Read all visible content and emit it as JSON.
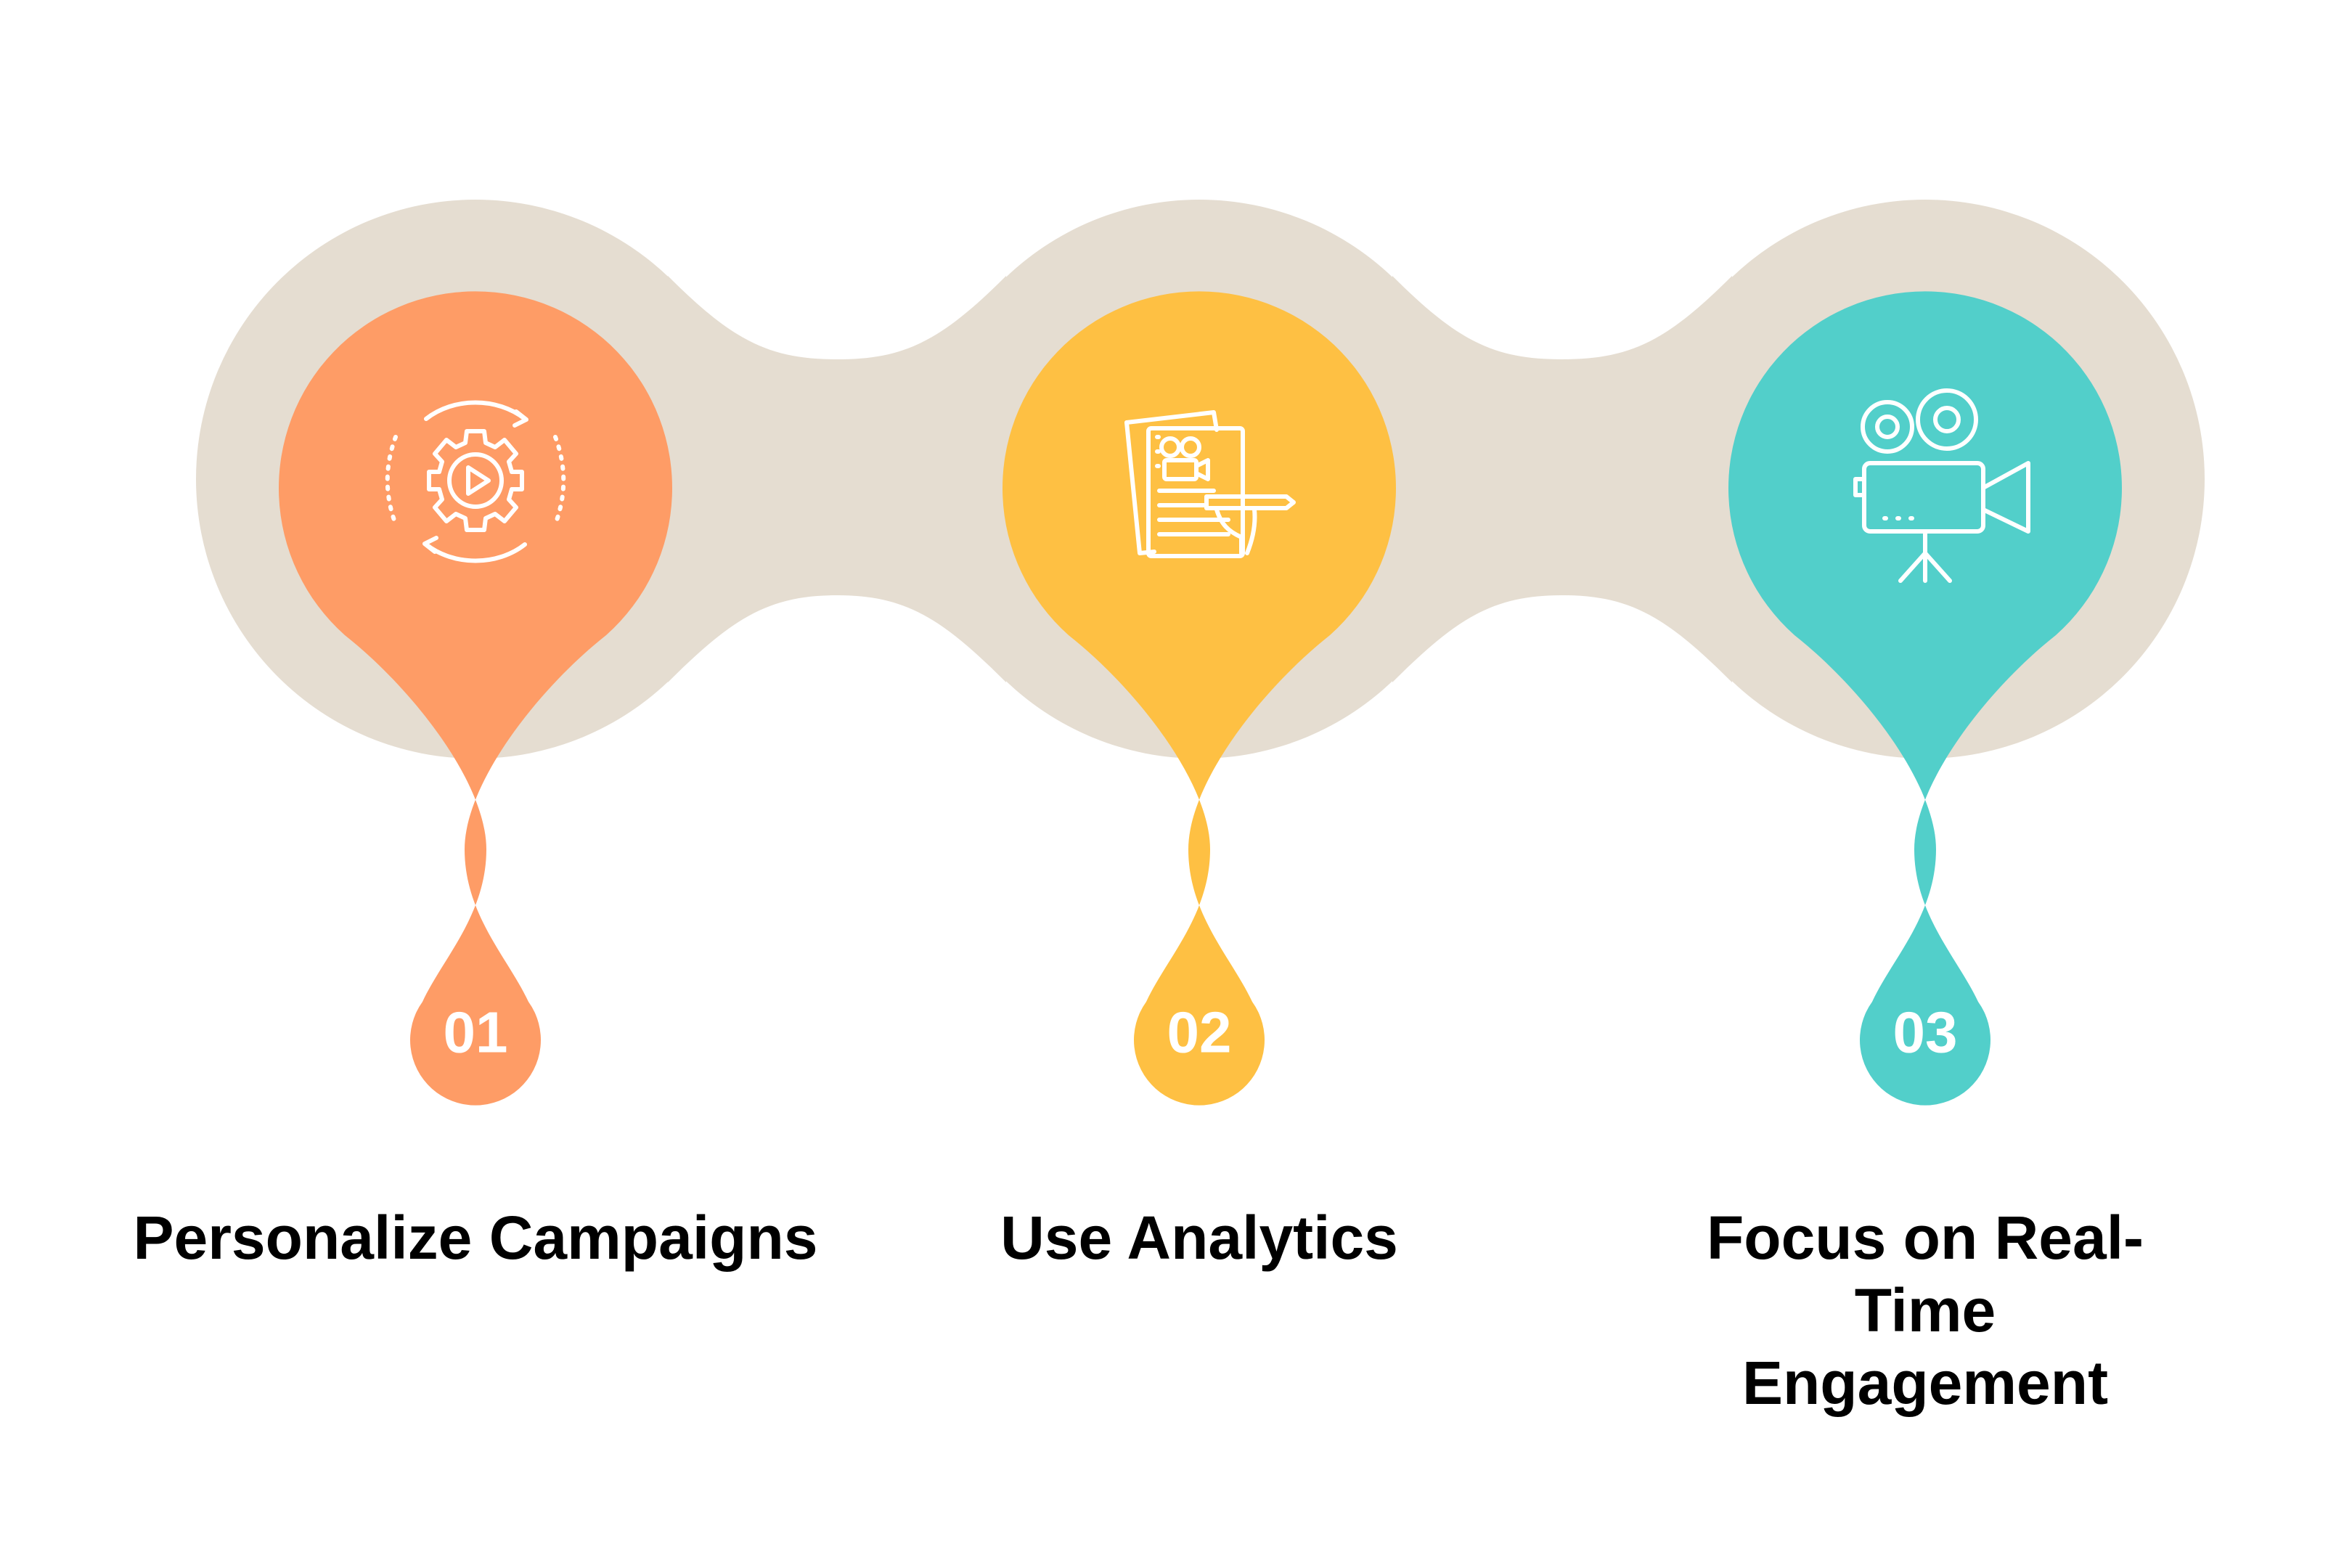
{
  "background_color": "#ffffff",
  "connector_color": "#e5ddd1",
  "steps": [
    {
      "number": "01",
      "title": "Personalize Campaigns",
      "color": "#fe9c66",
      "icon": "gear-play-icon"
    },
    {
      "number": "02",
      "title": "Use Analytics",
      "color": "#fec043",
      "icon": "document-writing-icon"
    },
    {
      "number": "03",
      "title": "Focus on Real-Time Engagement",
      "color": "#52cfca",
      "icon": "video-camera-icon"
    }
  ]
}
